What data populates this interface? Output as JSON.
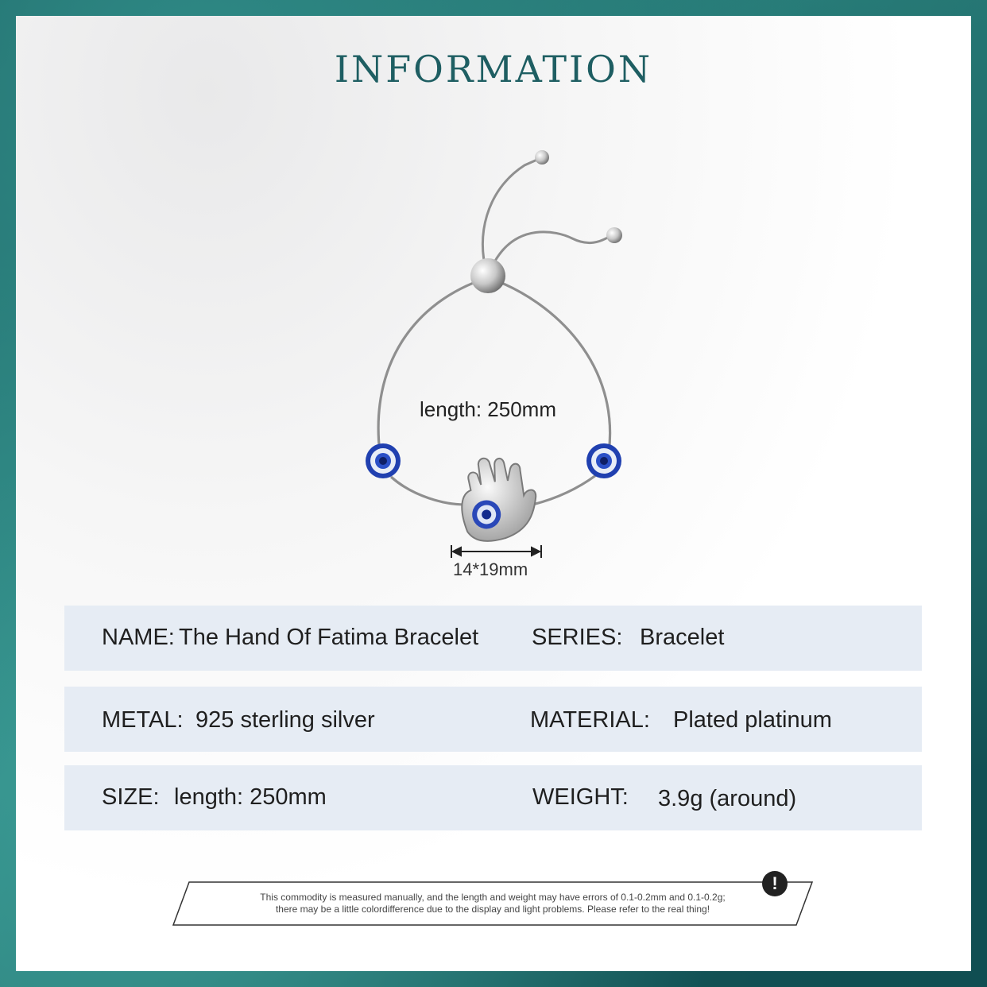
{
  "title": "INFORMATION",
  "product_image": {
    "length_label": "length: 250mm",
    "charm_dimension_label": "14*19mm"
  },
  "specs": {
    "name_label": "NAME:",
    "name_value": "The Hand Of Fatima Bracelet",
    "series_label": "SERIES:",
    "series_value": "Bracelet",
    "metal_label": "METAL:",
    "metal_value": "925 sterling silver",
    "material_label": "MATERIAL:",
    "material_value": "Plated platinum",
    "size_label": "SIZE:",
    "size_value": "length: 250mm",
    "weight_label": "WEIGHT:",
    "weight_value": "3.9g (around)"
  },
  "notice": {
    "line1": "This commodity is measured manually, and the length and weight may have errors of 0.1-0.2mm and 0.1-0.2g;",
    "line2": "there may be a little colordifference due to the display and light problems. Please refer to the real thing!",
    "icon": "exclamation-icon"
  },
  "colors": {
    "title": "#1e5e62",
    "row_background": "#e6ecf4",
    "border_teal": "#1f6e6c",
    "stone_blue": "#1f3fae"
  }
}
